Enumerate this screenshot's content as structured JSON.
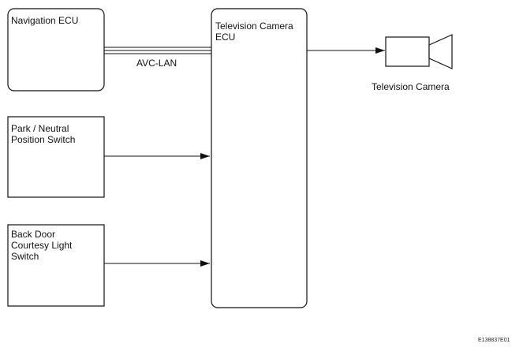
{
  "blocks": {
    "navigation_ecu": "Navigation ECU",
    "park_neutral_switch": "Park / Neutral\nPosition Switch",
    "back_door_switch": "Back Door\nCourtesy Light\nSwitch",
    "television_camera_ecu": "Television Camera\nECU"
  },
  "wires": {
    "avc_lan": "AVC-LAN"
  },
  "devices": {
    "television_camera": "Television Camera"
  },
  "figure_id": "E138837E01",
  "colors": {
    "stroke": "#111111",
    "background": "#ffffff"
  }
}
